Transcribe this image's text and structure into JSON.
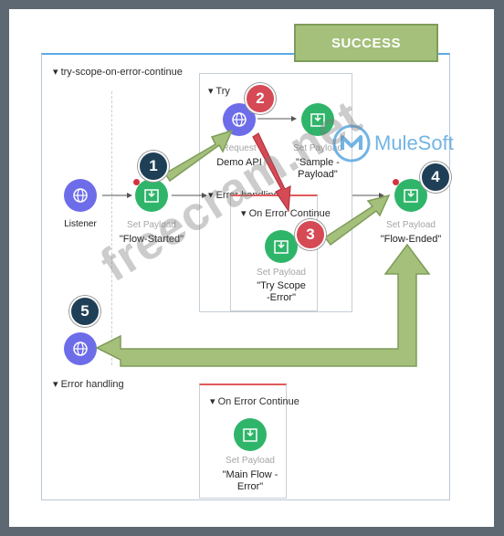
{
  "banner": {
    "text": "SUCCESS"
  },
  "logo": {
    "text": "MuleSoft"
  },
  "watermark": {
    "text": "freecram.net"
  },
  "flow": {
    "title": "try-scope-on-error-continue"
  },
  "try_scope": {
    "title": "Try",
    "error_handling": "Error handling"
  },
  "nodes": {
    "listener": {
      "label": "Listener"
    },
    "set_payload_flow_started": {
      "type": "Set Payload",
      "caption": "\"Flow-Started\""
    },
    "request_demo_api": {
      "type": "Request",
      "caption": "Demo API"
    },
    "set_payload_sample": {
      "type": "Set Payload",
      "caption": "\"Sample -\nPayload\""
    },
    "set_payload_try_scope_error": {
      "type": "Set Payload",
      "caption": "\"Try Scope\n-Error\""
    },
    "set_payload_flow_ended": {
      "type": "Set Payload",
      "caption": "\"Flow-Ended\""
    },
    "set_payload_main_flow_error": {
      "type": "Set Payload",
      "caption": "\"Main Flow -\nError\""
    }
  },
  "on_error_try": {
    "title": "On Error Continue"
  },
  "flow_error_handling": {
    "title": "Error handling"
  },
  "on_error_main": {
    "title": "On Error Continue"
  },
  "steps": [
    "1",
    "2",
    "3",
    "4",
    "5"
  ],
  "colors": {
    "green_arrow": "#a4c07b",
    "red_arrow": "#d54a55",
    "node_green": "#2fb56a",
    "node_purple": "#6d6dea",
    "badge_dark": "#1f3f57"
  }
}
